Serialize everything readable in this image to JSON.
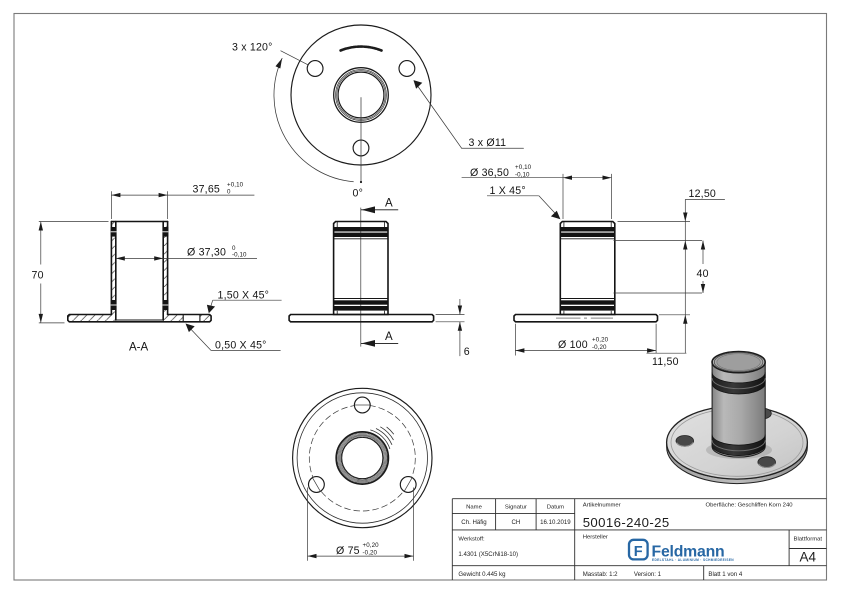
{
  "colors": {
    "line": "#141414",
    "thin_line": "#3a3a3a",
    "frame": "#7a7a7a",
    "logo_blue": "#2767a4",
    "engraving_gray": "#b4b4b4"
  },
  "views": {
    "top_view": {
      "pattern_note": "3 x 120°",
      "zero_note": "0°",
      "holes_note": "3 x Ø11"
    },
    "section_view": {
      "label": "A-A",
      "outer_width": "37,65",
      "outer_width_tol_up": "+0,10",
      "outer_width_tol_low": "0",
      "bore_dia": "Ø 37,30",
      "bore_tol_up": "0",
      "bore_tol_low": "-0,10",
      "height": "70",
      "chamfer_top": "1,50 X 45°",
      "chamfer_bottom": "0,50 X 45°"
    },
    "front_view": {
      "section_letter_top": "A",
      "section_letter_bottom": "A",
      "plate_thickness": "6"
    },
    "side_view": {
      "groove_dia": "Ø 36,50",
      "groove_tol_up": "+0,10",
      "groove_tol_low": "-0,10",
      "chamfer": "1 X 45°",
      "top_groove_offset": "12,50",
      "groove_spacing": "40",
      "plate_dia": "Ø 100",
      "plate_tol_up": "+0,20",
      "plate_tol_low": "-0,20",
      "plate_edge_height": "11,50"
    },
    "bottom_view": {
      "bolt_circle_dia": "Ø 75",
      "bolt_tol_up": "+0,20",
      "bolt_tol_low": "-0,20"
    }
  },
  "title_block": {
    "name_label": "Name",
    "signature_label": "Signatur",
    "date_label": "Datum",
    "name_value": "Ch. Häfig",
    "signature_value": "CH",
    "date_value": "16.10.2019",
    "article_label": "Artikelnummer",
    "article_number": "50016-240-25",
    "surface_note": "Oberfläche:  Geschliffen Korn 240",
    "material_label": "Werkstoff:",
    "material_value": "1.4301 (X5CrNi18-10)",
    "manufacturer_label": "Hersteller",
    "logo_letter": "F",
    "logo_name": "Feldmann",
    "logo_tagline": "EDELSTAHL · ALUMINIUM · SCHMIEDEEISEN",
    "format_label": "Blattformat",
    "format_value": "A4",
    "weight_note": "Gewicht 0.445 kg",
    "scale_note": "Masstab: 1:2",
    "version_note": "Version: 1",
    "sheet_note": "Blatt 1 von 4"
  }
}
